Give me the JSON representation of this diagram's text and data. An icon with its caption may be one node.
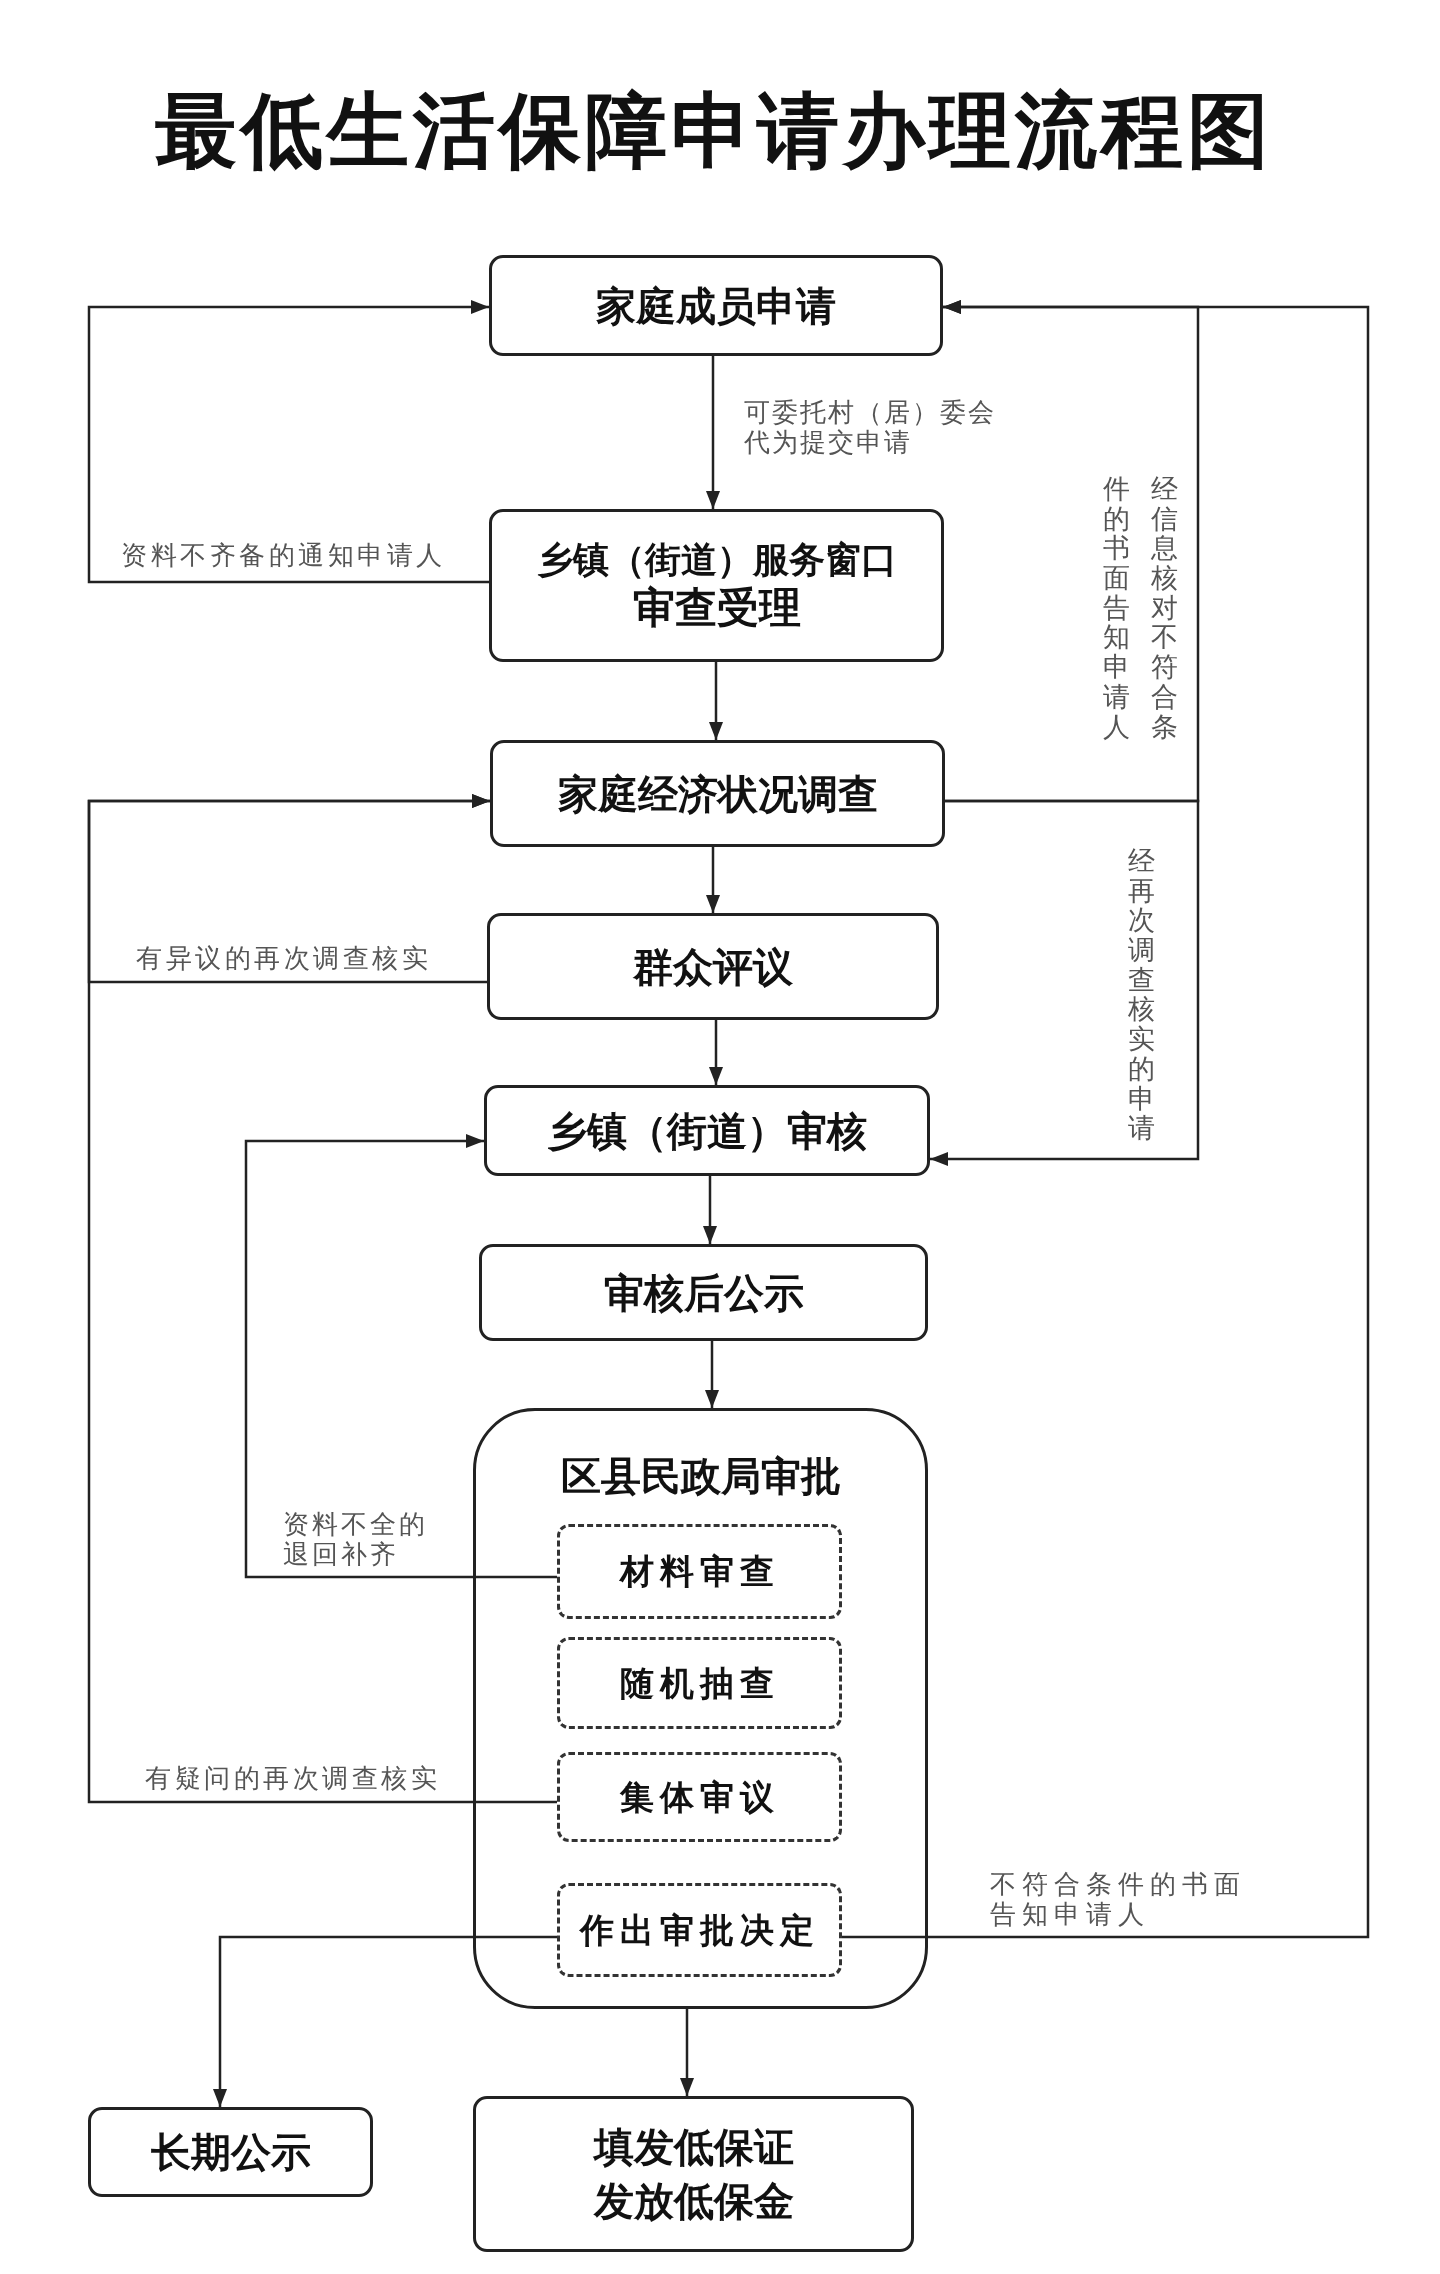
{
  "diagram": {
    "title": "最低生活保障申请办理流程图",
    "nodes": [
      {
        "text": [
          "家庭成员申请"
        ]
      },
      {
        "text": [
          "乡镇（街道）服务窗口",
          "审查受理"
        ]
      },
      {
        "text": [
          "家庭经济状况调查"
        ]
      },
      {
        "text": [
          "群众评议"
        ]
      },
      {
        "text": [
          "乡镇（街道）审核"
        ]
      },
      {
        "text": [
          "审核后公示"
        ]
      },
      {
        "text": [
          "区县民政局审批"
        ]
      },
      {
        "text": [
          "材料审查"
        ],
        "in": 6
      },
      {
        "text": [
          "随机抽查"
        ],
        "in": 6
      },
      {
        "text": [
          "集体审议"
        ],
        "in": 6
      },
      {
        "text": [
          "作出审批决定"
        ],
        "in": 6
      },
      {
        "text": [
          "长期公示"
        ]
      },
      {
        "text": [
          "填发低保证",
          "发放低保金"
        ]
      }
    ],
    "edges": [
      {
        "from": 0,
        "to": 1,
        "arrow": "to",
        "label": "可委托村（居）委会代为提交申请"
      },
      {
        "from": 1,
        "to": 0,
        "arrow": "to",
        "label": "资料不齐备的通知申请人"
      },
      {
        "from": 1,
        "to": 2,
        "arrow": "to"
      },
      {
        "from": 2,
        "to": 0,
        "arrow": "to",
        "label": "经信息核对不符合条件的书面告知申请人"
      },
      {
        "from": 2,
        "to": 3,
        "arrow": "to"
      },
      {
        "from": 3,
        "to": 2,
        "arrow": "to",
        "label": "有异议的再次调查核实"
      },
      {
        "from": 2,
        "to": 4,
        "arrow": "to",
        "label": "经再次调查核实的申请"
      },
      {
        "from": 3,
        "to": 4,
        "arrow": "to"
      },
      {
        "from": 4,
        "to": 5,
        "arrow": "to"
      },
      {
        "from": 5,
        "to": 6,
        "arrow": "to"
      },
      {
        "from": 7,
        "to": 4,
        "arrow": "to",
        "label": "资料不全的退回补齐"
      },
      {
        "from": 9,
        "to": 2,
        "arrow": "to",
        "label": "有疑问的再次调查核实"
      },
      {
        "from": 10,
        "to": 11,
        "arrow": "to"
      },
      {
        "from": 10,
        "to": 0,
        "arrow": "to",
        "label": "不符合条件的书面告知申请人"
      },
      {
        "from": 6,
        "to": 12,
        "arrow": "to"
      }
    ]
  }
}
